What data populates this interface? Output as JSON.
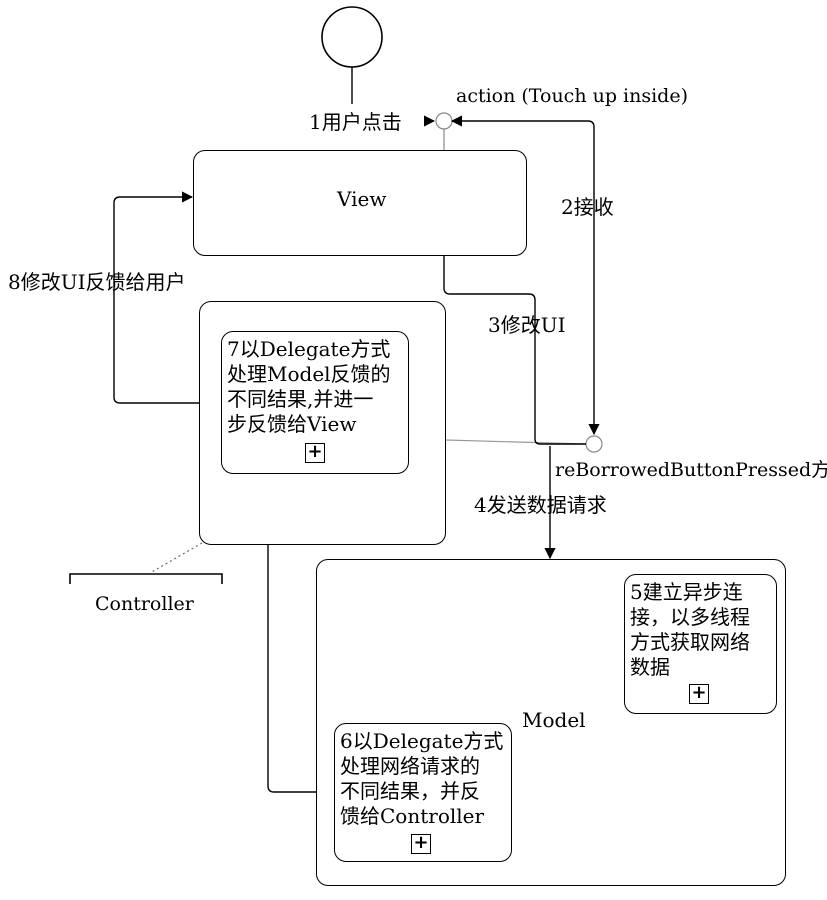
{
  "view_label": "View",
  "model_label": "Model",
  "controller_label": "Controller",
  "event_label": "action (Touch up inside)",
  "method_label": "reBorrowedButtonPressed方法",
  "steps": {
    "s1": "1用户点击",
    "s2": "2接收",
    "s3": "3修改UI",
    "s4": "4发送数据请求",
    "s8": "8修改UI反馈给用户"
  },
  "tasks": {
    "t5": "5建立异步连\n接，以多线程\n方式获取网络\n数据",
    "t6": "6以Delegate方式\n处理网络请求的\n不同结果，并反\n馈给Controller",
    "t7": "7以Delegate方式\n处理Model反馈的\n不同结果,并进一\n步反馈给View"
  },
  "expand_marker": "+"
}
